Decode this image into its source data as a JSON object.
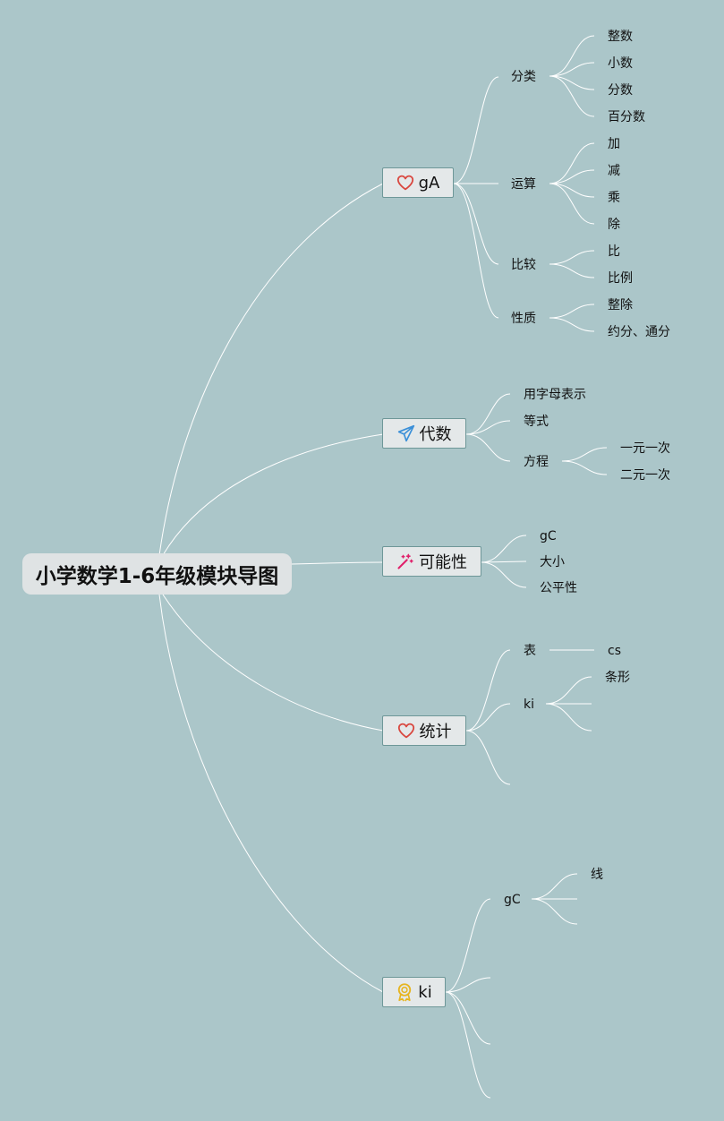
{
  "root": {
    "label": "小学数学1-6年级模块导图"
  },
  "branches": [
    {
      "label": "gA",
      "icon": "heart-icon",
      "children": [
        {
          "label": "分类",
          "children": [
            "整数",
            "小数",
            "分数",
            "百分数"
          ]
        },
        {
          "label": "运算",
          "children": [
            "加",
            "减",
            "乘",
            "除"
          ]
        },
        {
          "label": "比较",
          "children": [
            "比",
            "比例"
          ]
        },
        {
          "label": "性质",
          "children": [
            "整除",
            "约分、通分"
          ]
        }
      ]
    },
    {
      "label": "代数",
      "icon": "paper-plane-icon",
      "children": [
        {
          "label": "用字母表示",
          "children": []
        },
        {
          "label": "等式",
          "children": []
        },
        {
          "label": "方程",
          "children": [
            "一元一次",
            "二元一次"
          ]
        }
      ]
    },
    {
      "label": "可能性",
      "icon": "magic-wand-icon",
      "children": [
        {
          "label": "gC",
          "children": []
        },
        {
          "label": "大小",
          "children": []
        },
        {
          "label": "公平性",
          "children": []
        }
      ]
    },
    {
      "label": "统计",
      "icon": "heart-icon",
      "children": [
        {
          "label": "表",
          "children": [
            "cs"
          ]
        },
        {
          "label": "ki",
          "children": [
            "条形",
            "",
            ""
          ]
        },
        {
          "label": "",
          "children": []
        }
      ]
    },
    {
      "label": "ki",
      "icon": "award-icon",
      "children": [
        {
          "label": "gC",
          "children": [
            "线",
            "",
            ""
          ]
        },
        {
          "label": "",
          "children": []
        },
        {
          "label": "",
          "children": []
        },
        {
          "label": "",
          "children": []
        }
      ]
    }
  ],
  "colors": {
    "background": "#abc6c9",
    "connector": "#ffffff",
    "heart": "#d9473f",
    "plane": "#3a8fd8",
    "wand": "#e0206a",
    "award": "#e6b420"
  }
}
